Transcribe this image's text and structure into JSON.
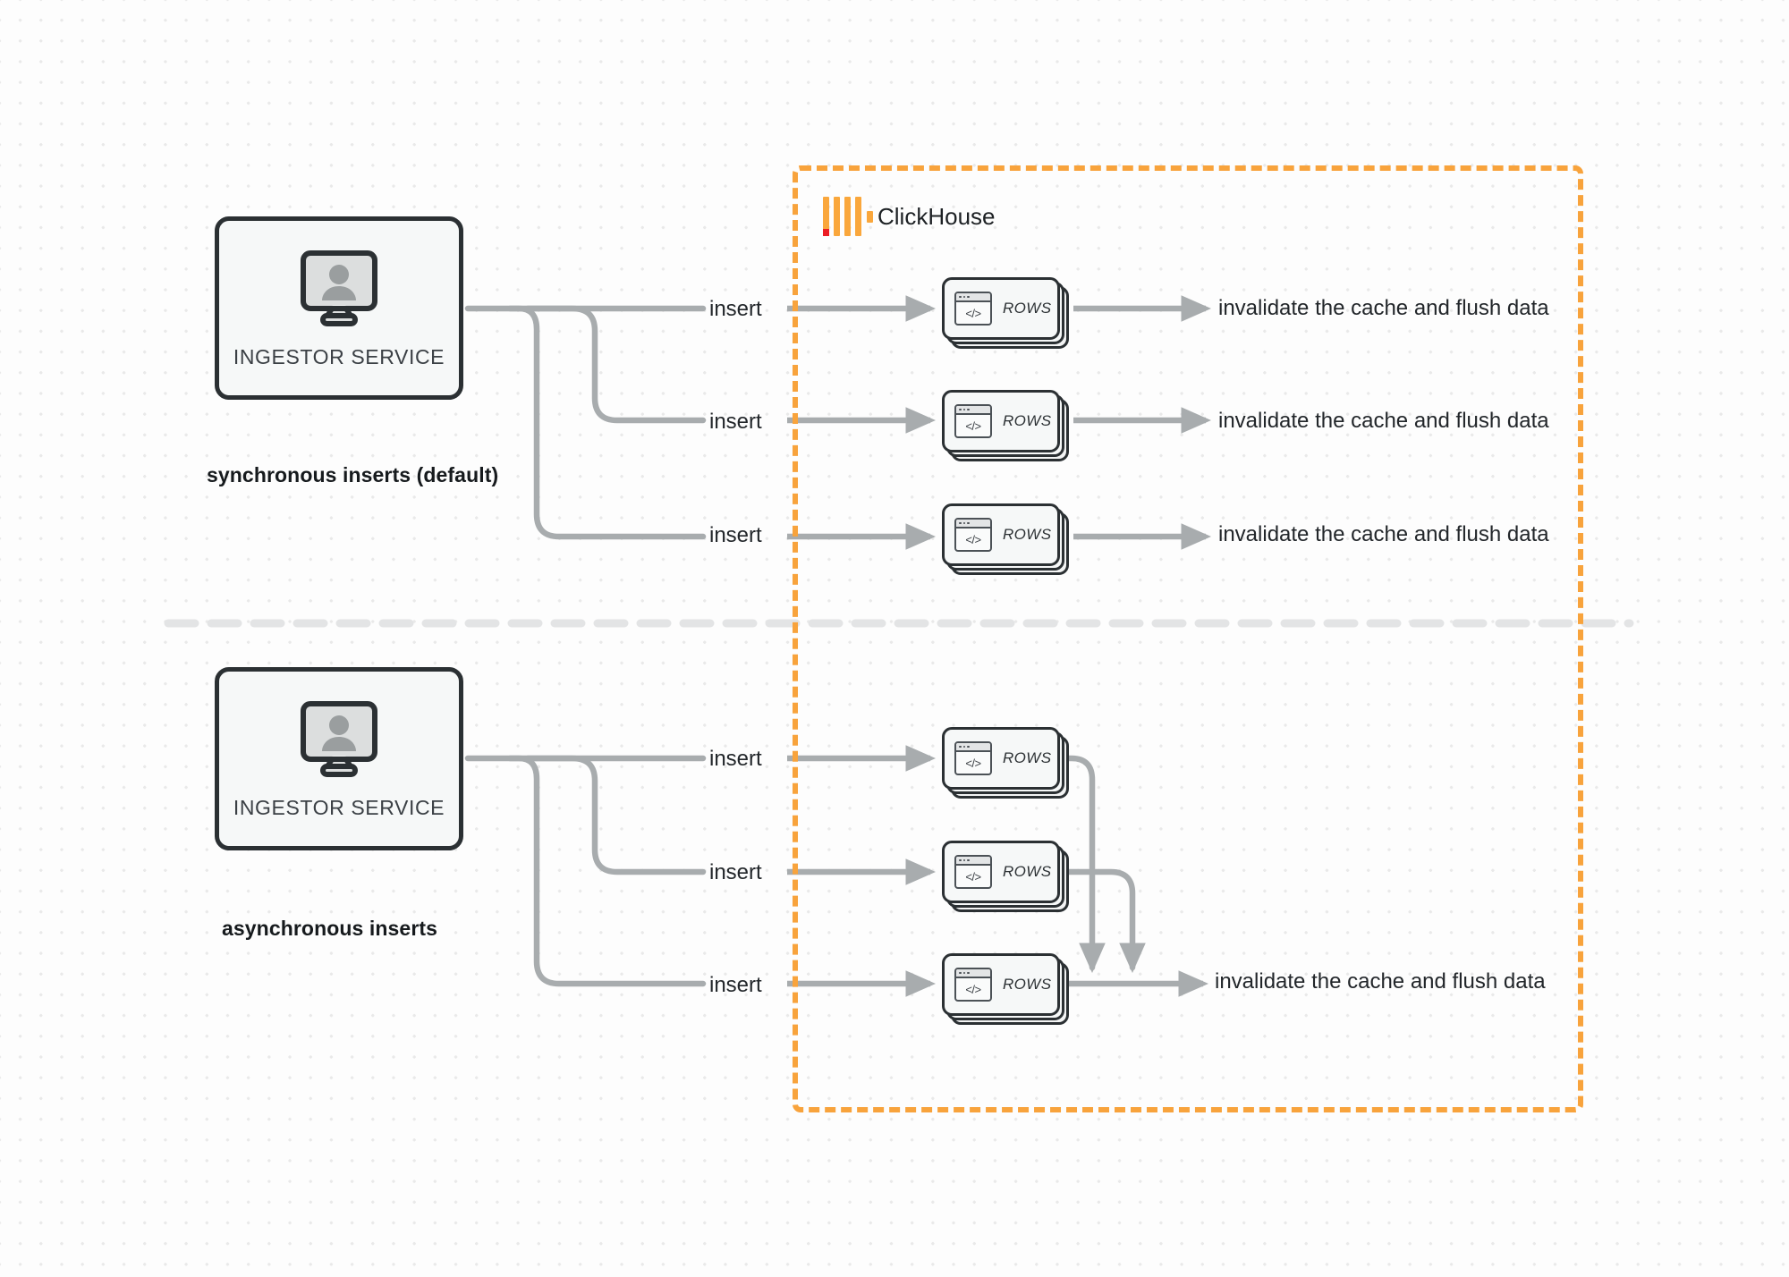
{
  "diagram": {
    "title": "ClickHouse synchronous vs asynchronous inserts",
    "colors": {
      "accent_orange": "#f8a33c",
      "logo_orange": "#faa73c",
      "logo_red": "#ec1d24",
      "connector_gray": "#a8acae",
      "box_border": "#2b3033",
      "background": "#fdfdfd"
    }
  },
  "clickhouse": {
    "name": "ClickHouse",
    "logo_name": "clickhouse-logo-icon"
  },
  "sections": [
    {
      "id": "synchronous",
      "caption": "synchronous inserts (default)",
      "service": {
        "label": "INGESTOR SERVICE",
        "icon": "monitor-user-icon"
      },
      "flows": [
        {
          "insert_label": "insert",
          "card_label": "ROWS",
          "outcome": "invalidate the cache and flush data"
        },
        {
          "insert_label": "insert",
          "card_label": "ROWS",
          "outcome": "invalidate the cache and flush data"
        },
        {
          "insert_label": "insert",
          "card_label": "ROWS",
          "outcome": "invalidate the cache and flush data"
        }
      ]
    },
    {
      "id": "asynchronous",
      "caption": "asynchronous inserts",
      "service": {
        "label": "INGESTOR SERVICE",
        "icon": "monitor-user-icon"
      },
      "flows": [
        {
          "insert_label": "insert",
          "card_label": "ROWS"
        },
        {
          "insert_label": "insert",
          "card_label": "ROWS"
        },
        {
          "insert_label": "insert",
          "card_label": "ROWS"
        }
      ],
      "outcome": "invalidate the cache and flush data"
    }
  ],
  "icons": {
    "window_code": "</>"
  }
}
